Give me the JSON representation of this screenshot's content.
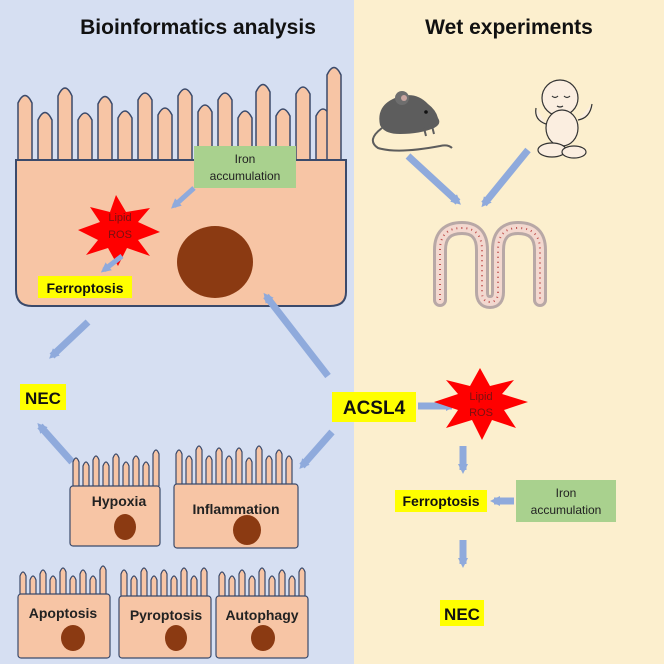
{
  "headers": {
    "left": "Bioinformatics analysis",
    "right": "Wet experiments"
  },
  "main_cell": {
    "iron_line1": "Iron",
    "iron_line2": "accumulation",
    "ros_line1": "Lipid",
    "ros_line2": "ROS",
    "ferroptosis": "Ferroptosis"
  },
  "left_nec": "NEC",
  "acsl4": "ACSL4",
  "small_cells": {
    "hypoxia": "Hypoxia",
    "inflammation": "Inflammation",
    "apoptosis": "Apoptosis",
    "pyroptosis": "Pyroptosis",
    "autophagy": "Autophagy"
  },
  "right_flow": {
    "ros_line1": "Lipid",
    "ros_line2": "ROS",
    "ferroptosis": "Ferroptosis",
    "iron_line1": "Iron",
    "iron_line2": "accumulation",
    "nec": "NEC"
  },
  "colors": {
    "left_bg": "#d6dff2",
    "right_bg": "#fcefce",
    "cell_fill": "#f7c5a5",
    "cell_stroke": "#3b4a6b",
    "nucleus": "#8b3a12",
    "highlight": "#ffff00",
    "iron_box": "#a9d18e",
    "burst": "#ff0000",
    "arrow": "#8faadc"
  },
  "icons": [
    "mouse-icon",
    "infant-icon",
    "intestine-icon"
  ]
}
